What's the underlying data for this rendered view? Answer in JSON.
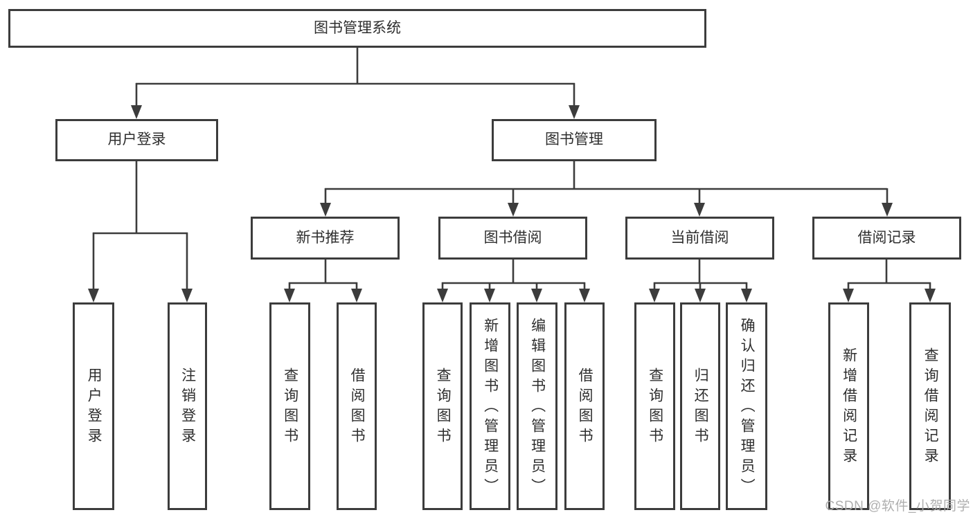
{
  "tree": {
    "root": "图书管理系统",
    "level1": [
      {
        "label": "用户登录",
        "children": [
          "用户登录",
          "注销登录"
        ]
      },
      {
        "label": "图书管理",
        "children": [
          {
            "label": "新书推荐",
            "children": [
              "查询图书",
              "借阅图书"
            ]
          },
          {
            "label": "图书借阅",
            "children": [
              "查询图书",
              "新增图书（管理员）",
              "编辑图书（管理员）",
              "借阅图书"
            ]
          },
          {
            "label": "当前借阅",
            "children": [
              "查询图书",
              "归还图书",
              "确认归还（管理员）"
            ]
          },
          {
            "label": "借阅记录",
            "children": [
              "新增借阅记录",
              "查询借阅记录"
            ]
          }
        ]
      }
    ]
  },
  "watermark": "CSDN @软件_小贺同学",
  "colors": {
    "line": "#3c3c3c",
    "text": "#2e2e2e",
    "watermark": "#ababab",
    "background": "#ffffff"
  }
}
